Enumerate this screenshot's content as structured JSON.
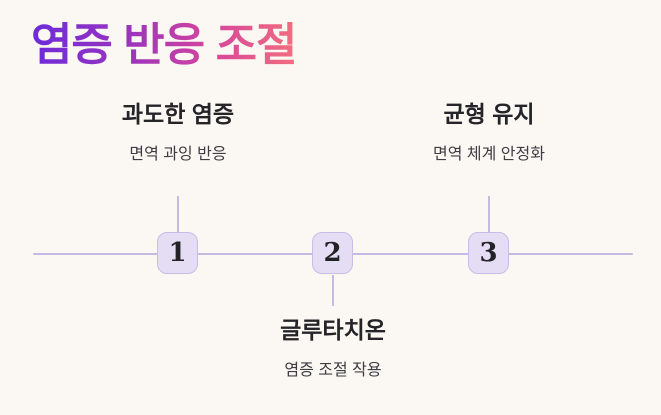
{
  "page": {
    "background_color": "#fbf8f3"
  },
  "title": {
    "text": "염증 반응 조절",
    "gradient_from": "#6c2bd9",
    "gradient_mid": "#d6459c",
    "gradient_to": "#f26e7e"
  },
  "timeline": {
    "line_color": "#c5bae1",
    "node_fill_color": "#e4ddf4",
    "node_border_color": "#c9bce7",
    "nodes": [
      {
        "number": "1",
        "label": "과도한 염증",
        "sublabel": "면역 과잉 반응",
        "label_position": "above"
      },
      {
        "number": "2",
        "label": "글루타치온",
        "sublabel": "염증 조절 작용",
        "label_position": "below"
      },
      {
        "number": "3",
        "label": "균형 유지",
        "sublabel": "면역 체계 안정화",
        "label_position": "above"
      }
    ]
  }
}
